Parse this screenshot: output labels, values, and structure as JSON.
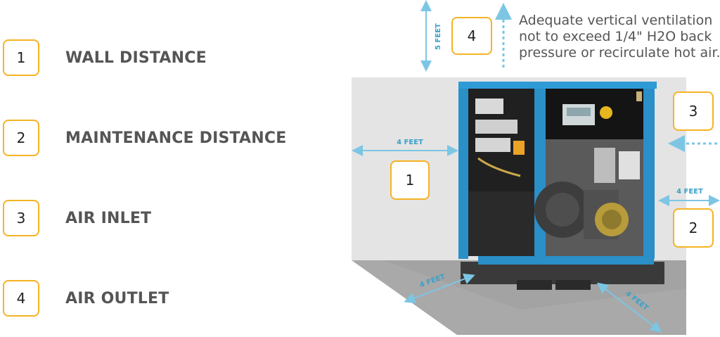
{
  "legend": [
    {
      "num": "1",
      "label": "WALL DISTANCE"
    },
    {
      "num": "2",
      "label": "MAINTENANCE DISTANCE"
    },
    {
      "num": "3",
      "label": "AIR INLET"
    },
    {
      "num": "4",
      "label": "AIR OUTLET"
    }
  ],
  "note_lines": [
    "Adequate vertical ventilation",
    "not to exceed 1/4\" H2O back",
    "pressure or recirculate hot air."
  ],
  "dims": {
    "vertical": "5 FEET",
    "wall": "4 FEET",
    "right": "4 FEET",
    "floor_left": "4 FEET",
    "floor_right": "4 FEET"
  },
  "colors": {
    "badge_border": "#f5b324",
    "arrow": "#7cc6e4",
    "machine_blue": "#2b8fc8",
    "wall": "#e4e4e4",
    "floor": "#a8a8a8"
  }
}
